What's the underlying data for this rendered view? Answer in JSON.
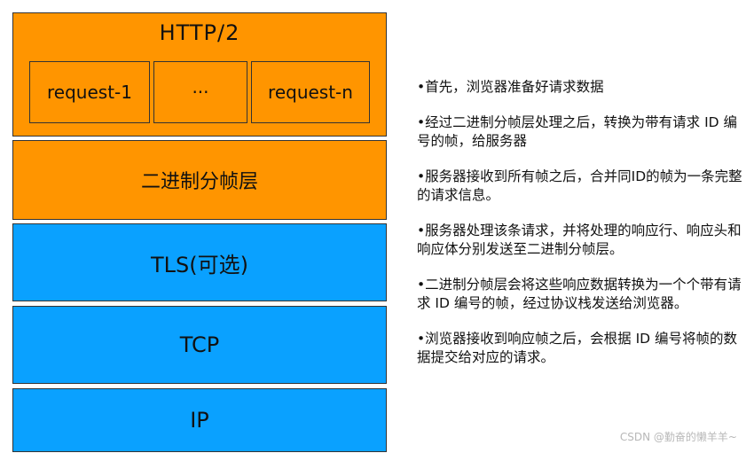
{
  "protocol_stack": {
    "http2": {
      "title": "HTTP/2",
      "requests": [
        "request-1",
        "···",
        "request-n"
      ]
    },
    "framing_layer": "二进制分帧层",
    "tls": "TLS(可选)",
    "tcp": "TCP",
    "ip": "IP"
  },
  "notes": [
    "•首先，浏览器准备好请求数据",
    "•经过二进制分帧层处理之后，转换为带有请求 ID 编号的帧，给服务器",
    "•服务器接收到所有帧之后，合并同ID的帧为一条完整的请求信息。",
    "•服务器处理该条请求，并将处理的响应行、响应头和响应体分别发送至二进制分帧层。",
    "•二进制分帧层会将这些响应数据转换为一个个带有请求 ID 编号的帧，经过协议栈发送给浏览器。",
    "•浏览器接收到响应帧之后，会根据 ID 编号将帧的数据提交给对应的请求。"
  ],
  "watermark": "CSDN @勤奋的懒羊羊~",
  "colors": {
    "orange_layer": "#ff9500",
    "blue_layer": "#0aa1ff"
  }
}
